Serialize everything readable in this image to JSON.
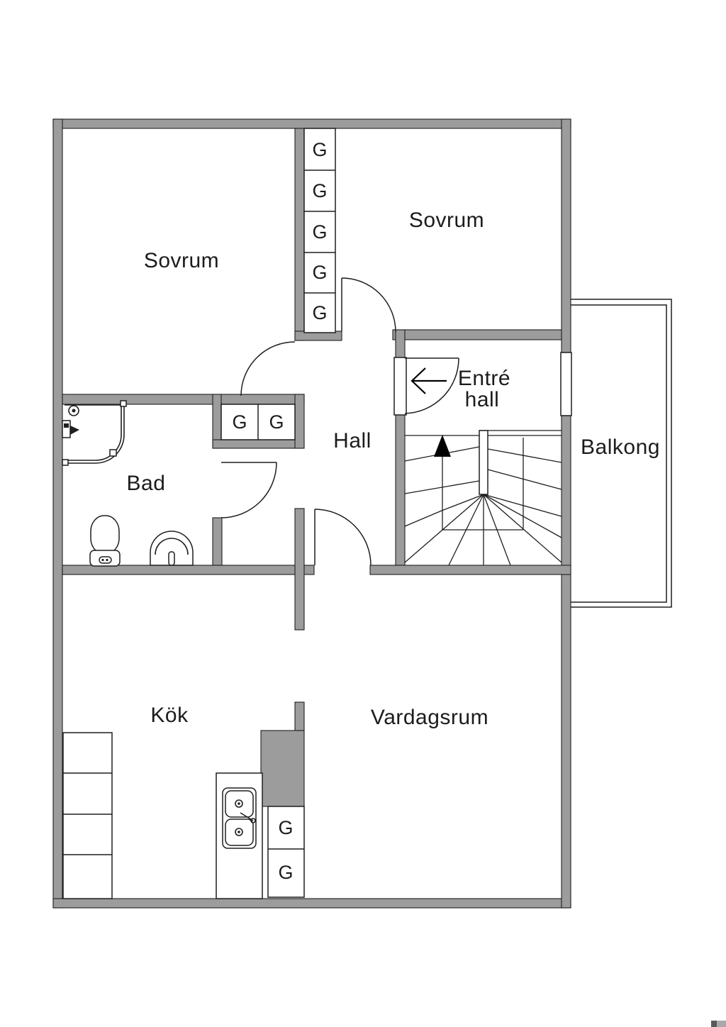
{
  "colors": {
    "wall": "#9c9c9c",
    "line": "#1f1f1f",
    "background": "#ffffff",
    "arrow": "#000000"
  },
  "rooms": {
    "sovrum_1": {
      "label": "Sovrum"
    },
    "sovrum_2": {
      "label": "Sovrum"
    },
    "hall": {
      "label": "Hall"
    },
    "entre_hall": {
      "label_line_1": "Entré",
      "label_line_2": "hall"
    },
    "balkong": {
      "label": "Balkong"
    },
    "bad": {
      "label": "Bad"
    },
    "kok": {
      "label": "Kök"
    },
    "vardagsrum": {
      "label": "Vardagsrum"
    }
  },
  "closets": {
    "hall_wardrobe_column": [
      "G",
      "G",
      "G",
      "G",
      "G"
    ],
    "bad_wardrobe_pair": [
      "G",
      "G"
    ],
    "kitchen_wardrobe_pair": [
      "G",
      "G"
    ]
  },
  "icons": {
    "entrance_arrow": "left-arrow",
    "stairs_up_arrow": "up-triangle"
  }
}
